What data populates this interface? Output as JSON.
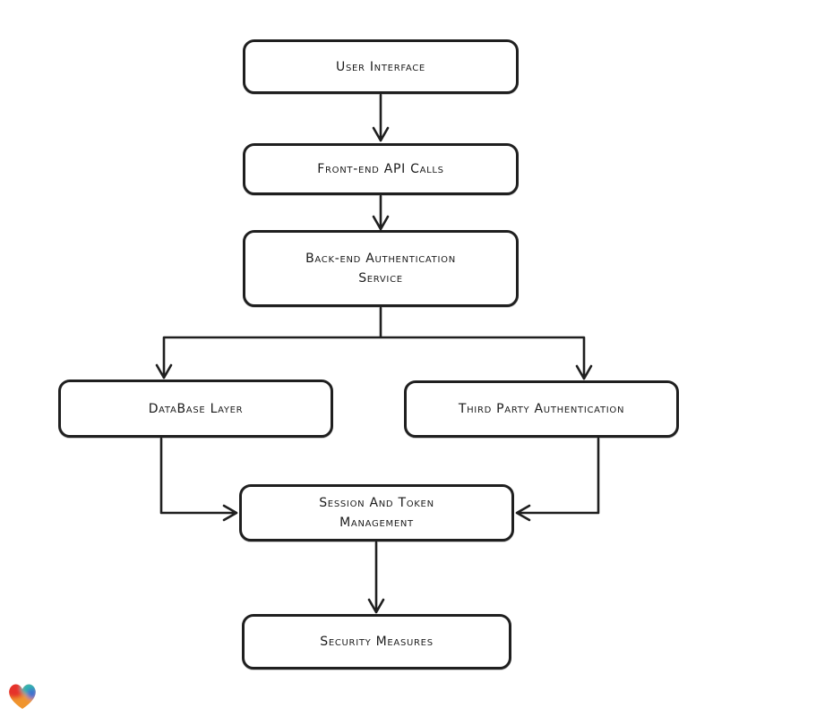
{
  "app": {
    "background_color": "#ffffff"
  },
  "diagram": {
    "type": "flowchart",
    "stroke_color": "#1f1f1f",
    "node_fill": "#ffffff",
    "text_color": "#1a1a1a",
    "nodes": [
      {
        "id": "user-interface",
        "label": "User Interface"
      },
      {
        "id": "front-end-api-calls",
        "label": "Front-end API Calls"
      },
      {
        "id": "back-end-authentication-service",
        "label": "Back-end Authentication Service"
      },
      {
        "id": "database-layer",
        "label": "DataBase Layer"
      },
      {
        "id": "third-party-authentication",
        "label": "Third Party Authentication"
      },
      {
        "id": "session-and-token-management",
        "label": "Session And Token Management"
      },
      {
        "id": "security-measures",
        "label": "Security Measures"
      }
    ],
    "edges": [
      {
        "from": "user-interface",
        "to": "front-end-api-calls"
      },
      {
        "from": "front-end-api-calls",
        "to": "back-end-authentication-service"
      },
      {
        "from": "back-end-authentication-service",
        "to": "database-layer"
      },
      {
        "from": "back-end-authentication-service",
        "to": "third-party-authentication"
      },
      {
        "from": "database-layer",
        "to": "session-and-token-management"
      },
      {
        "from": "third-party-authentication",
        "to": "session-and-token-management"
      },
      {
        "from": "session-and-token-management",
        "to": "security-measures"
      }
    ]
  },
  "branding": {
    "logo": "heart-logo",
    "colors": {
      "red": "#E6332A",
      "teal": "#2FB3AE",
      "blue": "#3E72D0",
      "orange": "#F0952F"
    }
  }
}
